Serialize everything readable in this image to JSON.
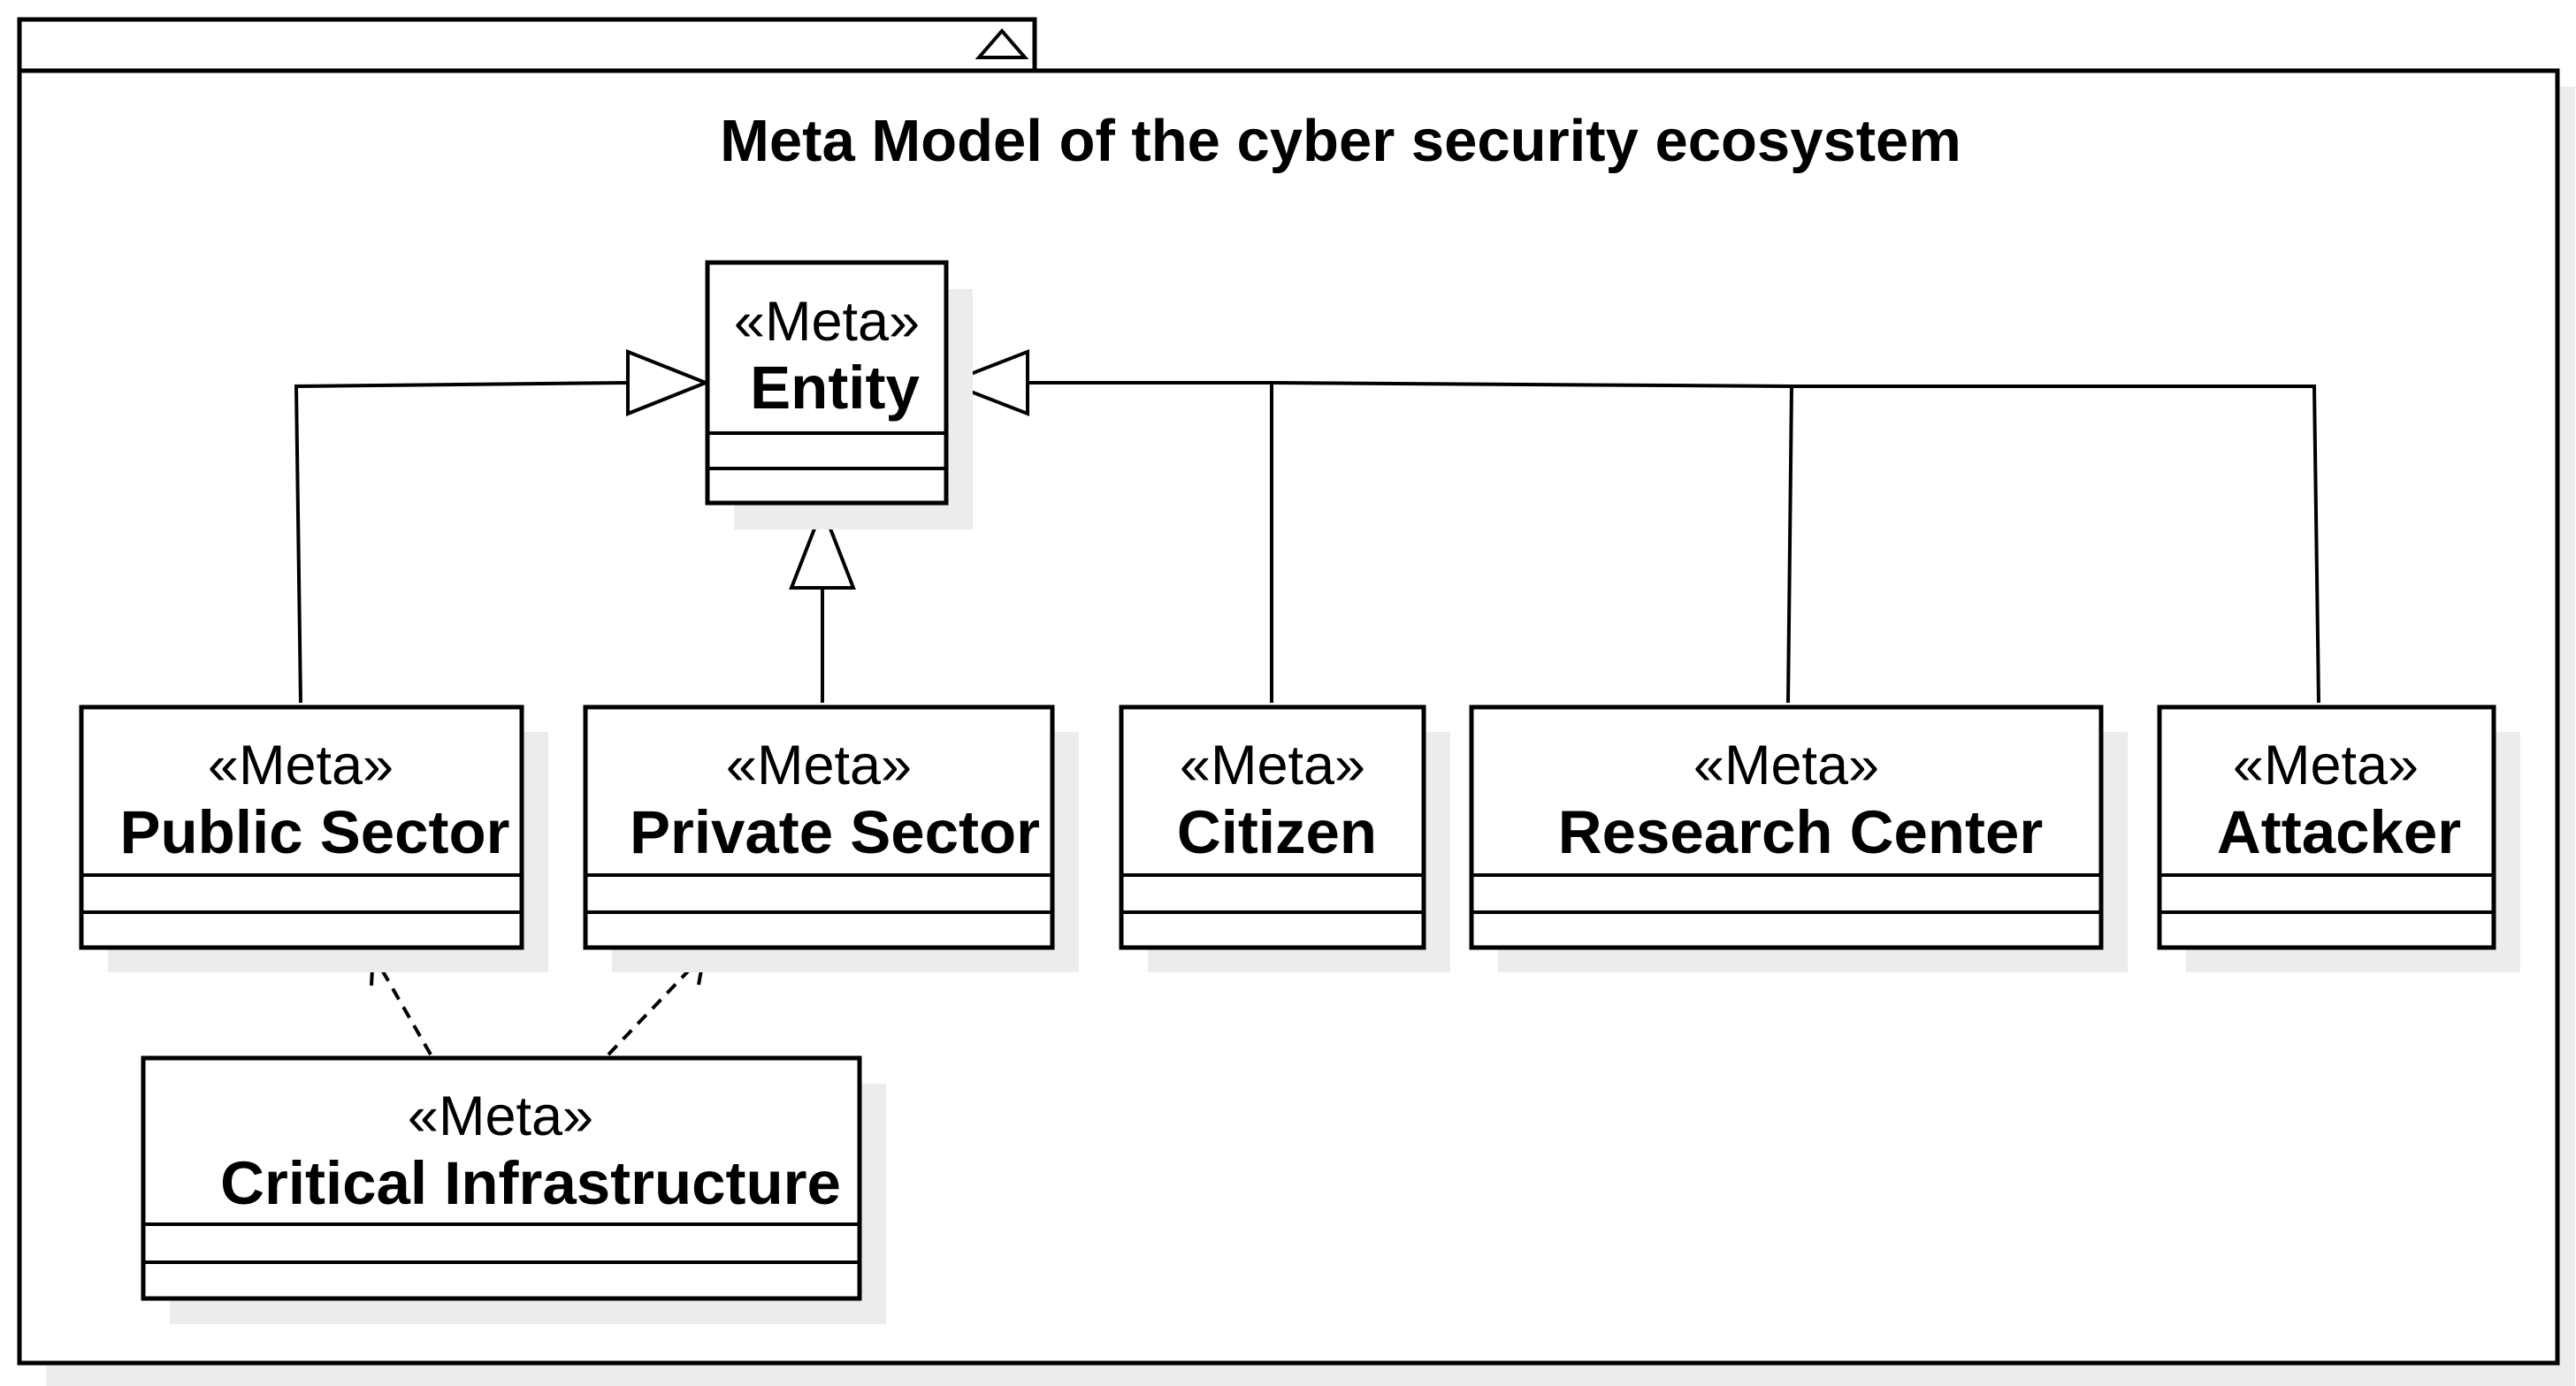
{
  "package": {
    "title": "Meta Model of the cyber security ecosystem"
  },
  "classes": {
    "entity": {
      "stereotype": "«Meta»",
      "name": "Entity"
    },
    "public_sector": {
      "stereotype": "«Meta»",
      "name": "Public Sector"
    },
    "private_sector": {
      "stereotype": "«Meta»",
      "name": "Private Sector"
    },
    "citizen": {
      "stereotype": "«Meta»",
      "name": "Citizen"
    },
    "research_center": {
      "stereotype": "«Meta»",
      "name": "Research Center"
    },
    "attacker": {
      "stereotype": "«Meta»",
      "name": "Attacker"
    },
    "critical_infrastructure": {
      "stereotype": "«Meta»",
      "name": "Critical Infrastructure"
    }
  },
  "relationships": [
    {
      "type": "generalization",
      "from": "Public Sector",
      "to": "Entity"
    },
    {
      "type": "generalization",
      "from": "Private Sector",
      "to": "Entity"
    },
    {
      "type": "generalization",
      "from": "Citizen",
      "to": "Entity"
    },
    {
      "type": "generalization",
      "from": "Research Center",
      "to": "Entity"
    },
    {
      "type": "generalization",
      "from": "Attacker",
      "to": "Entity"
    },
    {
      "type": "dependency",
      "from": "Critical Infrastructure",
      "to": "Public Sector"
    },
    {
      "type": "dependency",
      "from": "Critical Infrastructure",
      "to": "Private Sector"
    }
  ]
}
